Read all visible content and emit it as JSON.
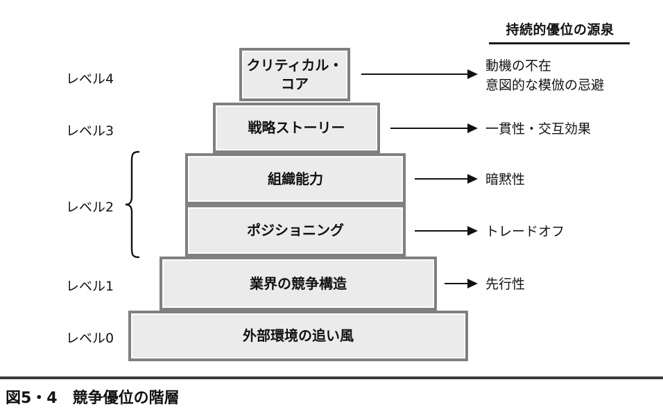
{
  "figure": {
    "caption": "図5・4　競争優位の階層",
    "source_header": "持続的優位の源泉"
  },
  "levels": [
    {
      "id": "level4",
      "label": "レベル4"
    },
    {
      "id": "level3",
      "label": "レベル3"
    },
    {
      "id": "level2",
      "label": "レベル2"
    },
    {
      "id": "level1",
      "label": "レベル1"
    },
    {
      "id": "level0",
      "label": "レベル0"
    }
  ],
  "blocks": [
    {
      "id": "critical-core",
      "line1": "クリティカル・",
      "line2": "コア"
    },
    {
      "id": "strategy-story",
      "line1": "戦略ストーリー",
      "line2": ""
    },
    {
      "id": "organizational-capability",
      "line1": "組織能力",
      "line2": ""
    },
    {
      "id": "positioning",
      "line1": "ポジショニング",
      "line2": ""
    },
    {
      "id": "industry-competitive-structure",
      "line1": "業界の競争構造",
      "line2": ""
    },
    {
      "id": "external-tailwind",
      "line1": "外部環境の追い風",
      "line2": ""
    }
  ],
  "sources": [
    {
      "id": "critical-core-source",
      "line1": "動機の不在",
      "line2": "意図的な模倣の忌避"
    },
    {
      "id": "strategy-story-source",
      "line1": "一貫性・交互効果",
      "line2": ""
    },
    {
      "id": "organizational-capability-source",
      "line1": "暗黙性",
      "line2": ""
    },
    {
      "id": "positioning-source",
      "line1": "トレードオフ",
      "line2": ""
    },
    {
      "id": "industry-competitive-structure-source",
      "line1": "先行性",
      "line2": ""
    }
  ],
  "colors": {
    "block_fill": "#ebebeb",
    "block_border": "#808080",
    "text": "#111111",
    "rule": "#3b3b3f",
    "background": "#ffffff"
  },
  "chart_data": {
    "type": "diagram",
    "title": "競争優位の階層",
    "layout": "pyramid",
    "tiers": [
      {
        "level": "レベル4",
        "name": "クリティカル・コア",
        "source_of_advantage": "動機の不在 / 意図的な模倣の忌避"
      },
      {
        "level": "レベル3",
        "name": "戦略ストーリー",
        "source_of_advantage": "一貫性・交互効果"
      },
      {
        "level": "レベル2",
        "name": "組織能力",
        "source_of_advantage": "暗黙性"
      },
      {
        "level": "レベル2",
        "name": "ポジショニング",
        "source_of_advantage": "トレードオフ"
      },
      {
        "level": "レベル1",
        "name": "業界の競争構造",
        "source_of_advantage": "先行性"
      },
      {
        "level": "レベル0",
        "name": "外部環境の追い風",
        "source_of_advantage": ""
      }
    ]
  }
}
